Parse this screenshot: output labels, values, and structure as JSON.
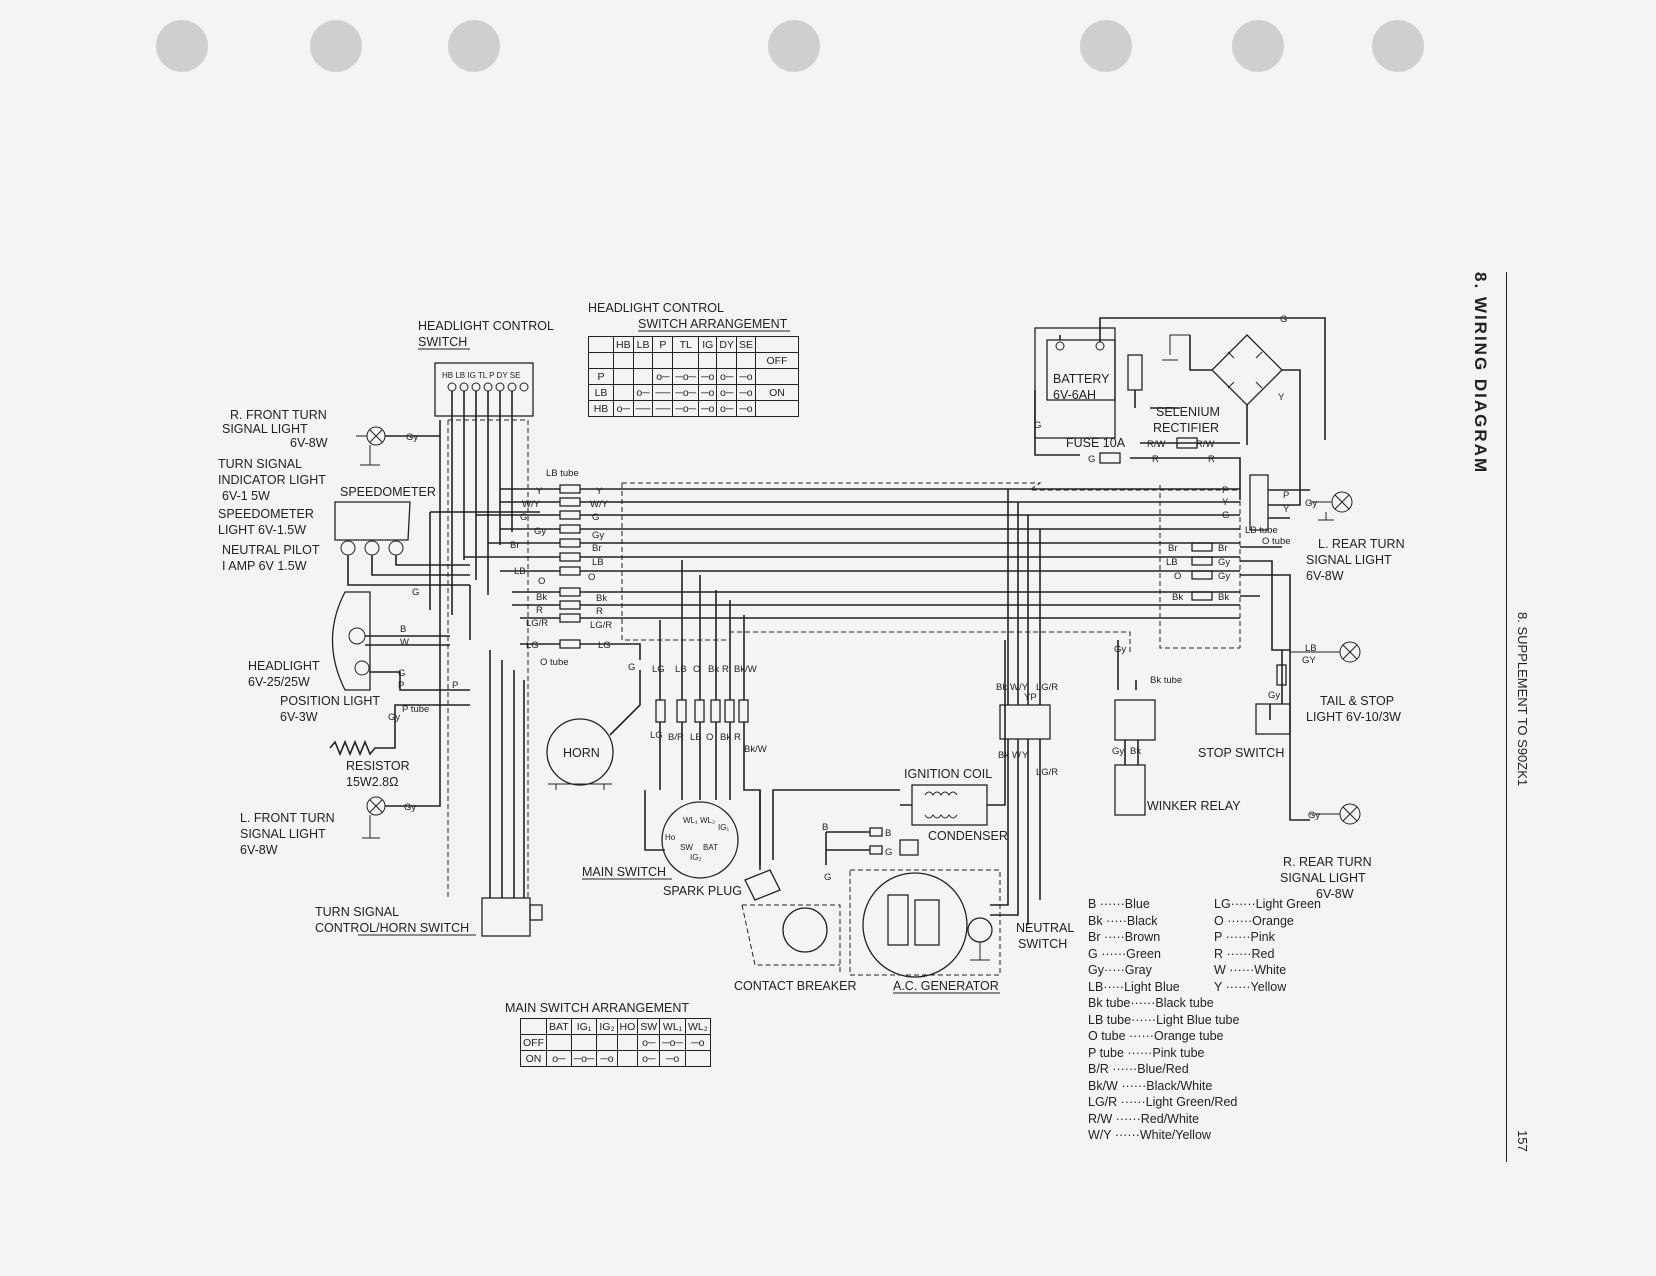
{
  "side": {
    "section_title": "8.  WIRING DIAGRAM",
    "supplement": "8.  SUPPLEMENT TO S90ZK1",
    "page_number": "157"
  },
  "titles": {
    "hl_control_switch": [
      "HEADLIGHT CONTROL",
      "SWITCH"
    ],
    "hl_arrangement": [
      "HEADLIGHT CONTROL",
      "SWITCH ARRANGEMENT"
    ],
    "main_arrangement": "MAIN SWITCH  ARRANGEMENT"
  },
  "components": {
    "r_front_turn": [
      "R. FRONT TURN",
      "SIGNAL LIGHT",
      "6V-8W"
    ],
    "turn_indicator": [
      "TURN SIGNAL",
      "INDICATOR LIGHT",
      "6V-1 5W"
    ],
    "speedometer": "SPEEDOMETER",
    "speedo_light": [
      "SPEEDOMETER",
      "LIGHT 6V-1.5W"
    ],
    "neutral_pilot": [
      "NEUTRAL PILOT",
      "I AMP 6V 1.5W"
    ],
    "headlight": [
      "HEADLIGHT",
      "6V-25/25W"
    ],
    "position_light": [
      "POSITION LIGHT",
      "6V-3W"
    ],
    "resistor": [
      "RESISTOR",
      "15W2.8Ω"
    ],
    "l_front_turn": [
      "L. FRONT TURN",
      "SIGNAL    LIGHT",
      "6V-8W"
    ],
    "turn_horn_switch": [
      "TURN SIGNAL",
      "CONTROL/HORN SWITCH"
    ],
    "horn": "HORN",
    "main_switch": "MAIN SWITCH",
    "spark_plug": "SPARK PLUG",
    "contact_breaker": "CONTACT BREAKER",
    "ac_generator": "A.C. GENERATOR",
    "ignition_coil": "IGNITION COIL",
    "condenser": "CONDENSER",
    "neutral_switch": [
      "NEUTRAL",
      "SWITCH"
    ],
    "winker_relay": "WINKER RELAY",
    "stop_switch": "STOP SWITCH",
    "battery": [
      "BATTERY",
      "6V-6AH"
    ],
    "fuse": "FUSE 10A",
    "selenium": [
      "SELENIUM",
      "RECTIFIER"
    ],
    "l_rear_turn": [
      "L. REAR TURN",
      "SIGNAL LIGHT",
      "6V-8W"
    ],
    "tail_stop": [
      "TAIL & STOP",
      "LIGHT 6V-10/3W"
    ],
    "r_rear_turn": [
      "R. REAR TURN",
      "SIGNAL LIGHT",
      "6V-8W"
    ]
  },
  "tubes": {
    "lb_tube": "LB tube",
    "o_tube": "O tube",
    "p_tube": "P tube",
    "bk_tube": "Bk tube",
    "lb_tube_r": "LB tube",
    "o_tube_r": "O tube"
  },
  "wire_labels": {
    "left_bus": [
      "Y",
      "W/Y",
      "G",
      "Gy",
      "Br",
      "LB",
      "O",
      "Bk",
      "R",
      "LG/R"
    ],
    "right_bus": [
      "Y",
      "W/Y",
      "G",
      "Gy",
      "Br",
      "LB",
      "O",
      "Bk",
      "R",
      "LG/R"
    ],
    "main_harness": [
      "G",
      "LG",
      "LB",
      "O",
      "Bk",
      "R",
      "Bk/W"
    ],
    "main_lower": [
      "LG",
      "B/R",
      "LB",
      "O",
      "Bk",
      "R",
      "Bk/W"
    ],
    "center_conn": [
      "Bk",
      "W/Y",
      "YP",
      "LG/R"
    ],
    "center_lower": [
      "Bk",
      "W",
      "Y",
      "LG/R"
    ],
    "rr_bus": [
      "Br",
      "LB",
      "O",
      "Bk"
    ],
    "rr_bus_out": [
      "Br",
      "Gy",
      "Gy",
      "Bk"
    ],
    "misc": {
      "gy": "Gy",
      "g": "G",
      "b": "B",
      "w": "W",
      "p": "P",
      "y": "Y",
      "r": "R",
      "rw": "R/W",
      "lb": "LB",
      "gy2": "GY"
    }
  },
  "hl_table": {
    "headers": [
      "",
      "HB",
      "LB",
      "P",
      "TL",
      "IG",
      "DY",
      "SE",
      ""
    ],
    "rows": [
      {
        "name": "P",
        "state": "OFF"
      },
      {
        "name": "LB",
        "state": "ON"
      },
      {
        "name": "HB",
        "state": ""
      }
    ],
    "state_off": "OFF",
    "state_on": "ON"
  },
  "hl_switch_terms": "HB LB IG TL P DY SE",
  "ms_terms": {
    "wl1": "WL₁",
    "wl2": "WL₂",
    "ig1": "IG₁",
    "ho": "Ho",
    "sw": "SW",
    "bat": "BAT",
    "ig2": "IG₂"
  },
  "ms_table": {
    "headers": [
      "",
      "BAT",
      "IG₁",
      "IG₂",
      "HO",
      "SW",
      "WL₁",
      "WL₂"
    ],
    "rows": [
      "OFF",
      "ON"
    ]
  },
  "legend": {
    "left": [
      "B ······Blue",
      "Bk ·····Black",
      "Br ·····Brown",
      "G ······Green",
      "Gy·····Gray",
      "LB·····Light Blue",
      "Bk tube······Black tube",
      "LB tube······Light Blue tube",
      "O tube ······Orange tube",
      "P tube ······Pink tube",
      "B/R ······Blue/Red",
      "Bk/W ······Black/White",
      "LG/R ······Light Green/Red",
      "R/W ······Red/White",
      "W/Y ······White/Yellow"
    ],
    "right": [
      "LG······Light Green",
      "O ······Orange",
      "P ······Pink",
      "R ······Red",
      "W ······White",
      "Y ······Yellow"
    ]
  }
}
